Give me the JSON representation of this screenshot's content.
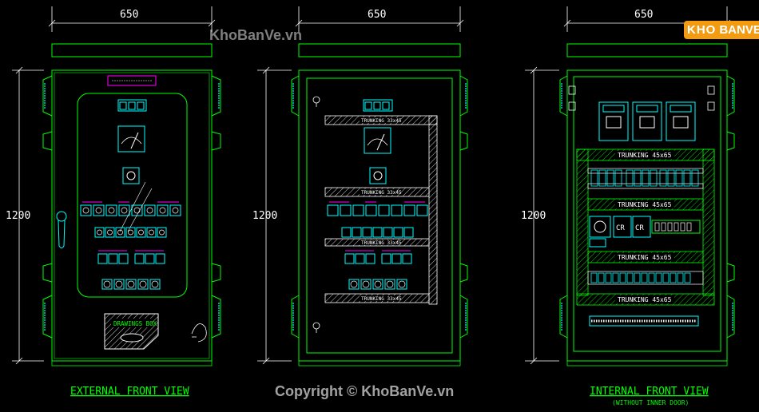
{
  "dimensions": {
    "width_label": "650",
    "height_label": "1200"
  },
  "views": [
    {
      "title": "EXTERNAL FRONT VIEW",
      "subtitle": "",
      "drawings_box_label": "DRAWINGS BOX"
    },
    {
      "title": "",
      "subtitle": "",
      "trunking_labels": [
        "TRUNKING 33x45",
        "TRUNKING 33x45",
        "TRUNKING 33x45",
        "TRUNKING 33x45"
      ]
    },
    {
      "title": "INTERNAL FRONT VIEW",
      "subtitle": "(WITHOUT INNER DOOR)",
      "trunking_labels": [
        "TRUNKING 45x65",
        "TRUNKING 45x65",
        "TRUNKING 45x65",
        "TRUNKING 45x65"
      ],
      "relay_labels": [
        "CR",
        "CR"
      ]
    }
  ],
  "watermarks": {
    "top": "KhoBanVe.vn",
    "bottom": "Copyright © KhoBanVe.vn",
    "logo_left": "KHO",
    "logo_right": "BANVE"
  },
  "colors": {
    "enclosure": "#00ff00",
    "dimension": "#ffffff",
    "trunking": "#ffffff",
    "device": "#00ffff",
    "highlight": "#ff00ff",
    "background": "#000000"
  }
}
